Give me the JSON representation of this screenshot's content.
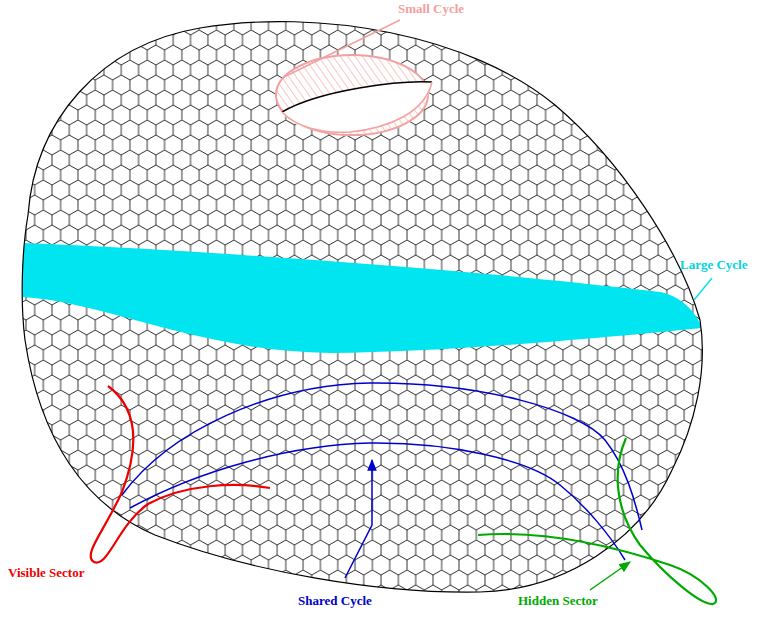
{
  "diagram": {
    "labels": [
      "Small Cycle",
      "Large Cycle",
      "Visible Sector",
      "Shared Cycle",
      "Hidden Sector"
    ]
  }
}
